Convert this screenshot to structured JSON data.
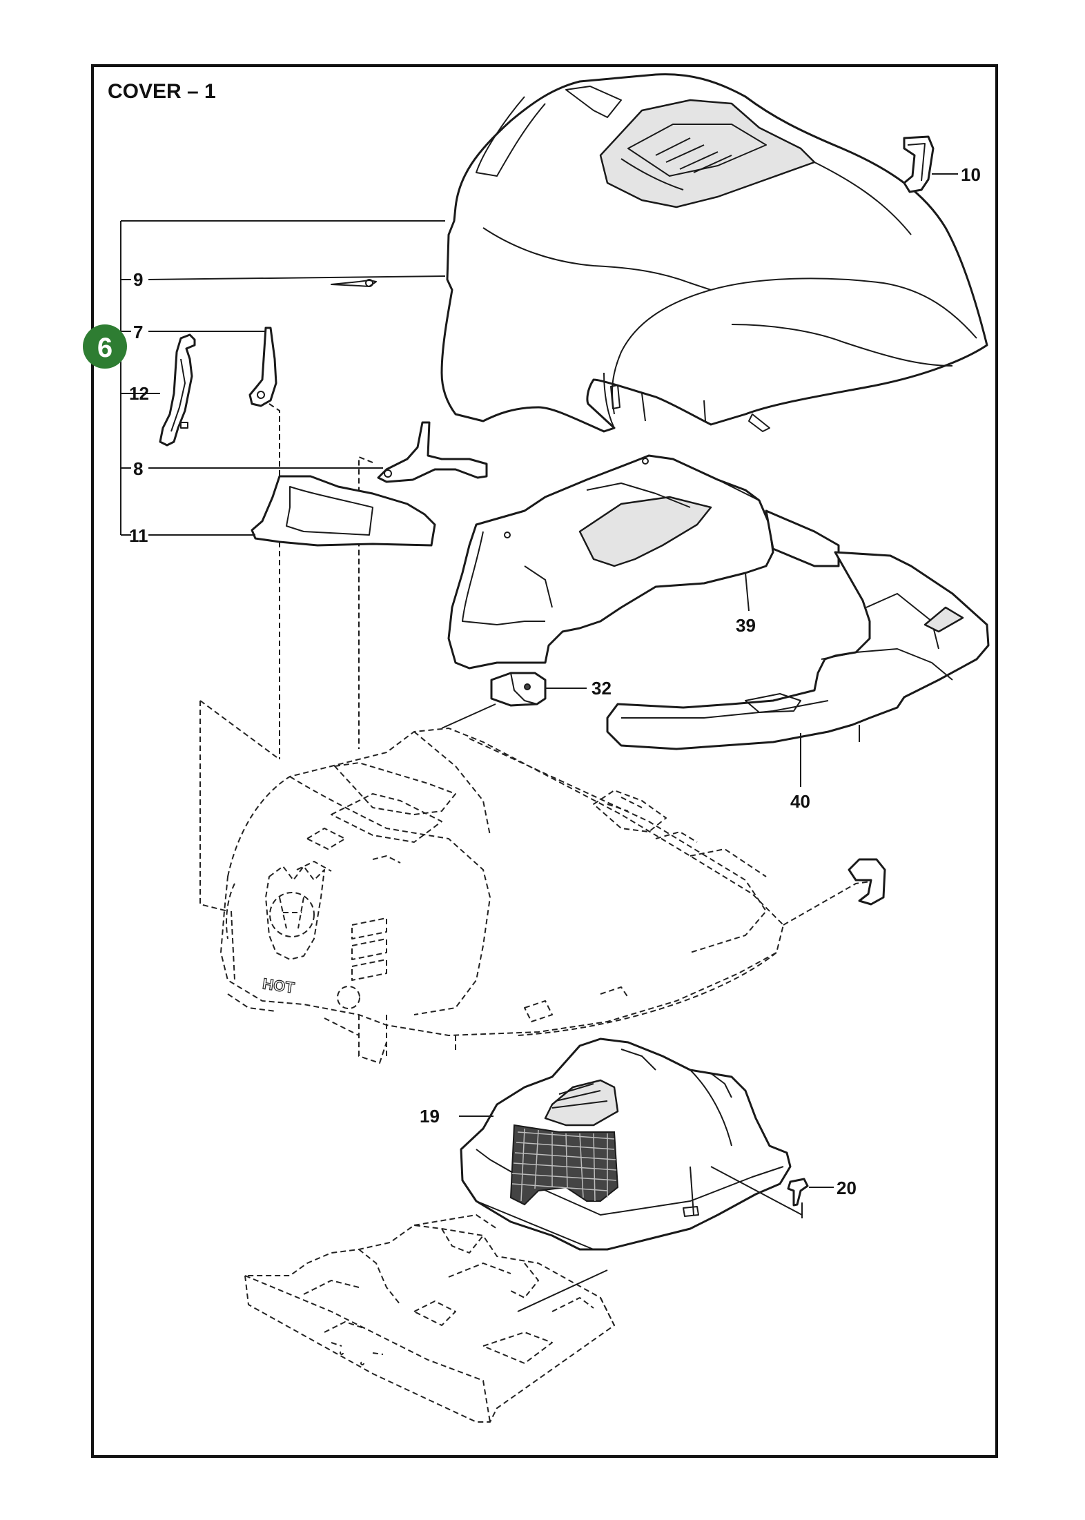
{
  "title": "COVER – 1",
  "assembly_badge": {
    "label": "6",
    "color": "#2e7d32"
  },
  "callouts": [
    {
      "id": "c10",
      "label": "10"
    },
    {
      "id": "c9",
      "label": "9"
    },
    {
      "id": "c7",
      "label": "7"
    },
    {
      "id": "c12",
      "label": "12"
    },
    {
      "id": "c8",
      "label": "8"
    },
    {
      "id": "c11",
      "label": "11"
    },
    {
      "id": "c39",
      "label": "39"
    },
    {
      "id": "c32",
      "label": "32"
    },
    {
      "id": "c40",
      "label": "40"
    },
    {
      "id": "c19",
      "label": "19"
    },
    {
      "id": "c20",
      "label": "20"
    }
  ],
  "hood_label": "HOT"
}
